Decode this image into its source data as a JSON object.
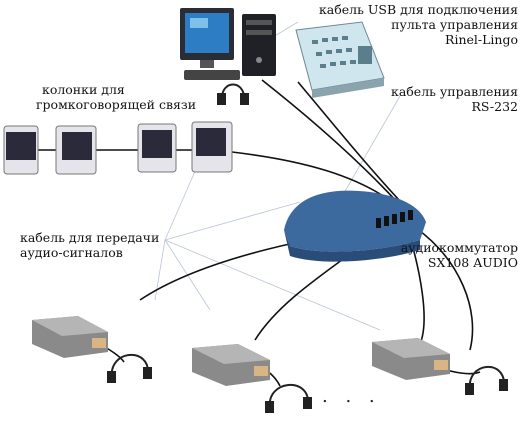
{
  "labels": {
    "usb_cable": [
      "кабель USB для подключения",
      "пульта управления",
      "Rinel-Lingo"
    ],
    "speakers": [
      "колонки для",
      "громкоговорящей связи"
    ],
    "rs232_cable": [
      "кабель управления",
      "RS-232"
    ],
    "audio_cable": [
      "кабель для передачи",
      "аудио-сигналов"
    ],
    "switch": [
      "аудиокоммутатор",
      "SX108 AUDIO"
    ]
  },
  "ellipsis": ". . .",
  "colors": {
    "cable": "#111111",
    "leader_line": "#b8c4d8",
    "switch_body": "#3d6a9e",
    "speaker_dark": "#2a2a3a",
    "speaker_light": "#e4e4ea",
    "console_panel": "#cfe6ee"
  },
  "icons": [
    "computer-icon",
    "control-console-icon",
    "speaker-icon",
    "audio-switch-icon",
    "headset-icon",
    "audio-box-icon"
  ]
}
